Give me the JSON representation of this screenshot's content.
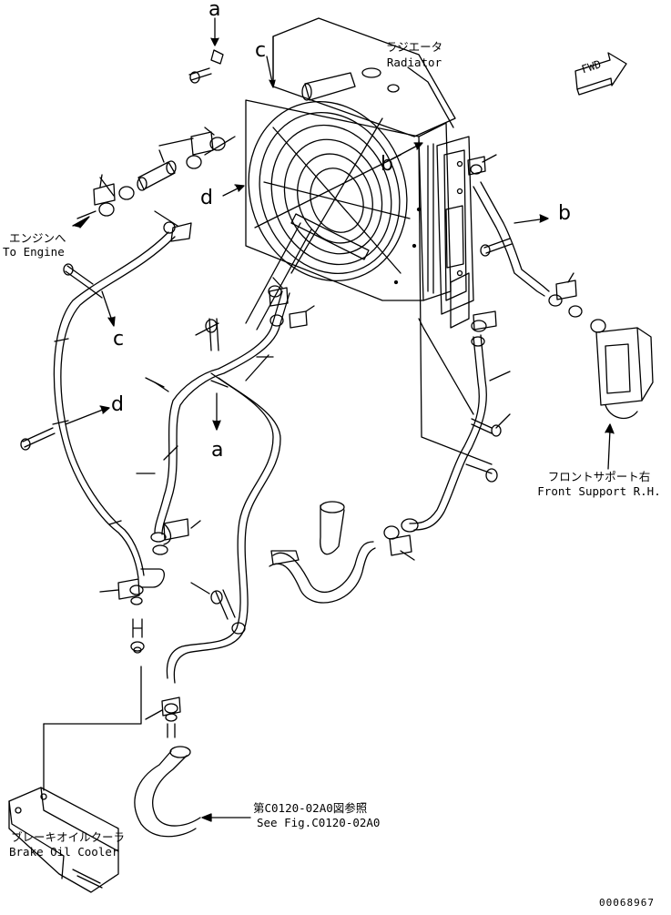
{
  "labels": {
    "radiator_jp": "ラジエータ",
    "radiator_en": "Radiator",
    "engine_jp": "エンジンへ",
    "engine_en": "To Engine",
    "front_support_jp": "フロントサポート右",
    "front_support_en": "Front Support R.H.",
    "brake_cooler_jp": "ブレーキオイルクーラ",
    "brake_cooler_en": "Brake Oil Cooler",
    "see_fig_jp": "第C0120-02A0図参照",
    "see_fig_en": "See Fig.C0120-02A0",
    "fwd": "FWD",
    "drawing_number": "00068967"
  },
  "callouts": {
    "a_top": "a",
    "a_mid": "a",
    "b_right": "b",
    "b_mid": "b",
    "c_top": "c",
    "c_left": "c",
    "d_mid": "d",
    "d_left": "d"
  }
}
